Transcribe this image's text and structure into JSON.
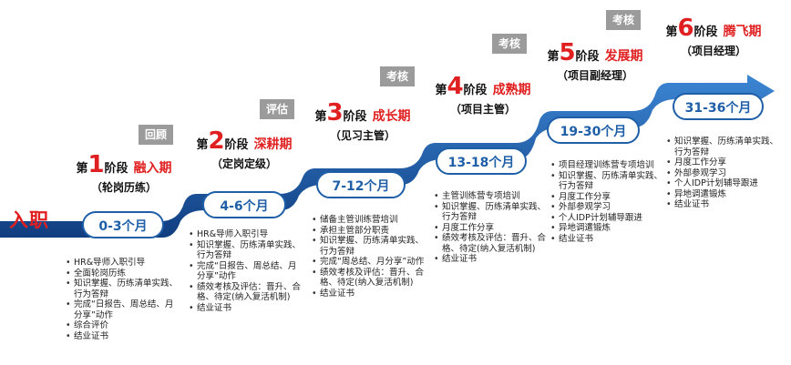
{
  "entry_label": "入职",
  "colors": {
    "arrow_dark": "#103d80",
    "arrow_light": "#3c86d4",
    "accent_red": "#e02020",
    "checkpoint_gray": "#9b9b9b",
    "period_blue": "#1f5fa8"
  },
  "checkpoints": [
    "回顾",
    "评估",
    "考核",
    "考核",
    "考核"
  ],
  "stages": [
    {
      "prefix": "第",
      "number": "1",
      "suffix": "阶段",
      "name": "融入期",
      "role": "（轮岗历练）",
      "period": "0-3个月",
      "items": [
        "HR&导师入职引导",
        "全面轮岗历练",
        "知识掌握、历练清单实践、行为答辩",
        "完成“日报告、周总结、月分享”动作",
        "综合评价",
        "结业证书"
      ]
    },
    {
      "prefix": "第",
      "number": "2",
      "suffix": "阶段",
      "name": "深耕期",
      "role": "（定岗定级）",
      "period": "4-6个月",
      "items": [
        "HR&导师入职引导",
        "知识掌握、历练清单实践、行为答辩",
        "完成“日报告、周总结、月分享”动作",
        "绩效考核及评估：晋升、合格、待定(纳入复活机制)",
        "结业证书"
      ]
    },
    {
      "prefix": "第",
      "number": "3",
      "suffix": "阶段",
      "name": "成长期",
      "role": "（见习主管）",
      "period": "7-12个月",
      "items": [
        "储备主管训练营培训",
        "承担主管部分职责",
        "知识掌握、历练清单实践、行为答辩",
        "完成“周总结、月分享”动作",
        "绩效考核及评估：晋升、合格、待定(纳入复活机制)",
        "结业证书"
      ]
    },
    {
      "prefix": "第",
      "number": "4",
      "suffix": "阶段",
      "name": "成熟期",
      "role": "（项目主管）",
      "period": "13-18个月",
      "items": [
        "主管训练营专项培训",
        "知识掌握、历练清单实践、行为答辩",
        "月度工作分享",
        "绩效考核及评估：晋升、合格、待定(纳入复活机制)",
        "结业证书"
      ]
    },
    {
      "prefix": "第",
      "number": "5",
      "suffix": "阶段",
      "name": "发展期",
      "role": "（项目副经理）",
      "period": "19-30个月",
      "items": [
        "项目经理训练营专项培训",
        "知识掌握、历练清单实践、行为答辩",
        "月度工作分享",
        "外部参观学习",
        "个人IDP计划辅导跟进",
        "异地调遣锻炼",
        "结业证书"
      ]
    },
    {
      "prefix": "第",
      "number": "6",
      "suffix": "阶段",
      "name": "腾飞期",
      "role": "（项目经理）",
      "period": "31-36个月",
      "items": [
        "知识掌握、历练清单实践、行为答辩",
        "月度工作分享",
        "外部参观学习",
        "个人IDP计划辅导跟进",
        "异地调遣锻炼",
        "结业证书"
      ]
    }
  ]
}
